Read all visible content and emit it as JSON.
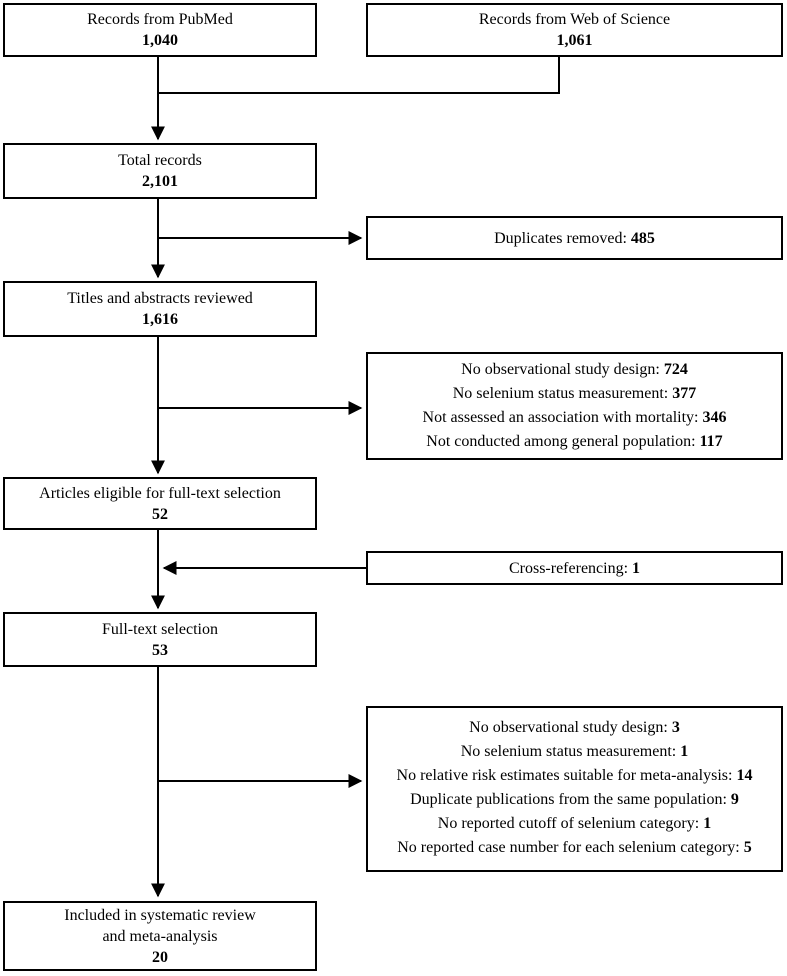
{
  "boxes": {
    "pubmed": {
      "title": "Records from PubMed",
      "count": "1,040"
    },
    "wos": {
      "title": "Records from Web of Science",
      "count": "1,061"
    },
    "total": {
      "title": "Total records",
      "count": "2,101"
    },
    "duplicates": {
      "label": "Duplicates removed: ",
      "count": "485"
    },
    "titles_abstracts": {
      "title": "Titles and abstracts reviewed",
      "count": "1,616"
    },
    "exclusion_screening": {
      "items": [
        {
          "label": "No observational study design: ",
          "count": "724"
        },
        {
          "label": "No selenium status measurement: ",
          "count": "377"
        },
        {
          "label": "Not assessed an association with mortality: ",
          "count": "346"
        },
        {
          "label": "Not conducted among general population: ",
          "count": "117"
        }
      ]
    },
    "eligible": {
      "title": "Articles eligible for full-text selection",
      "count": "52"
    },
    "crossref": {
      "label": "Cross-referencing: ",
      "count": "1"
    },
    "fulltext": {
      "title": "Full-text selection",
      "count": "53"
    },
    "exclusion_fulltext": {
      "items": [
        {
          "label": "No observational study design: ",
          "count": "3"
        },
        {
          "label": "No selenium status measurement: ",
          "count": "1"
        },
        {
          "label": "No relative risk estimates suitable for meta-analysis: ",
          "count": "14"
        },
        {
          "label": "Duplicate publications from the same population: ",
          "count": "9"
        },
        {
          "label": "No reported cutoff of selenium category: ",
          "count": "1"
        },
        {
          "label": "No reported case number for each selenium category: ",
          "count": "5"
        }
      ]
    },
    "included": {
      "title_line1": "Included in systematic review",
      "title_line2": "and meta-analysis",
      "count": "20"
    }
  },
  "colors": {
    "border": "#000000",
    "background": "#ffffff",
    "text": "#000000"
  }
}
